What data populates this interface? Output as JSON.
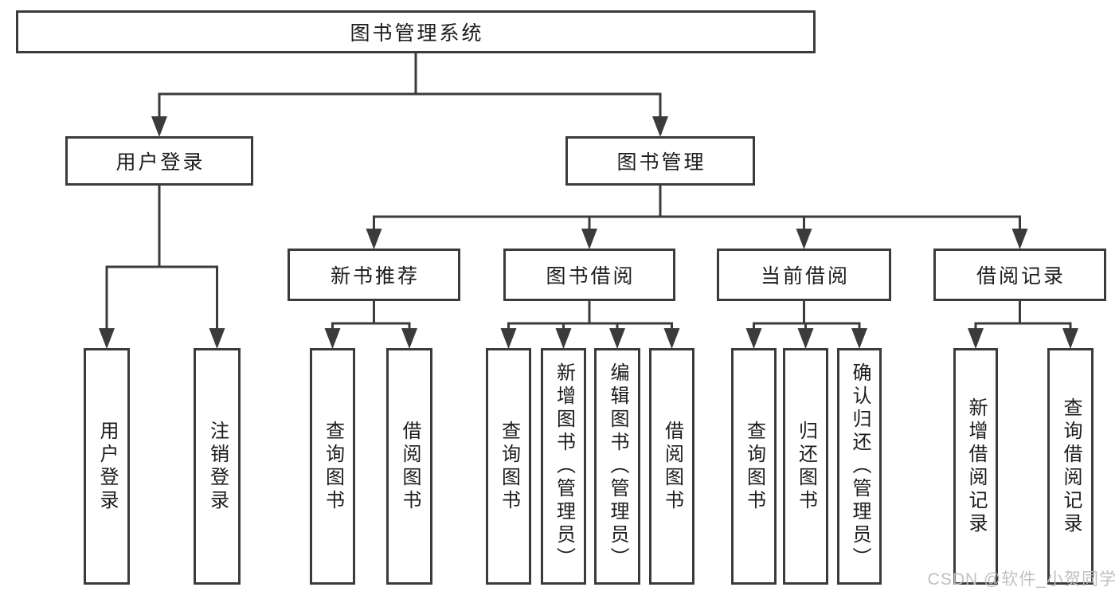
{
  "colors": {
    "line": "#3b3b3b",
    "box_border": "#3b3b3b",
    "text": "#1c1c1c",
    "watermark": "#bdbdbd",
    "background": "#ffffff"
  },
  "watermark": {
    "text": "CSDN @软件_小贺同学"
  },
  "tree": {
    "root": {
      "label": "图书管理系统"
    },
    "branches": {
      "user_login": {
        "label": "用户登录",
        "children": {
          "login": {
            "label": "用户登录"
          },
          "logout": {
            "label": "注销登录"
          }
        }
      },
      "book_mgmt": {
        "label": "图书管理",
        "children": {
          "new_book_rec": {
            "label": "新书推荐",
            "children": {
              "query_books": {
                "label": "查询图书"
              },
              "borrow_books": {
                "label": "借阅图书"
              }
            }
          },
          "book_borrow": {
            "label": "图书借阅",
            "children": {
              "query_books": {
                "label": "查询图书"
              },
              "add_books": {
                "label": "新增图书（管理员）"
              },
              "edit_books": {
                "label": "编辑图书（管理员）"
              },
              "borrow_books": {
                "label": "借阅图书"
              }
            }
          },
          "current_borrow": {
            "label": "当前借阅",
            "children": {
              "query_books": {
                "label": "查询图书"
              },
              "return_books": {
                "label": "归还图书"
              },
              "confirm_return": {
                "label": "确认归还（管理员）"
              }
            }
          },
          "borrow_records": {
            "label": "借阅记录",
            "children": {
              "add_record": {
                "label": "新增借阅记录"
              },
              "query_record": {
                "label": "查询借阅记录"
              }
            }
          }
        }
      }
    }
  }
}
